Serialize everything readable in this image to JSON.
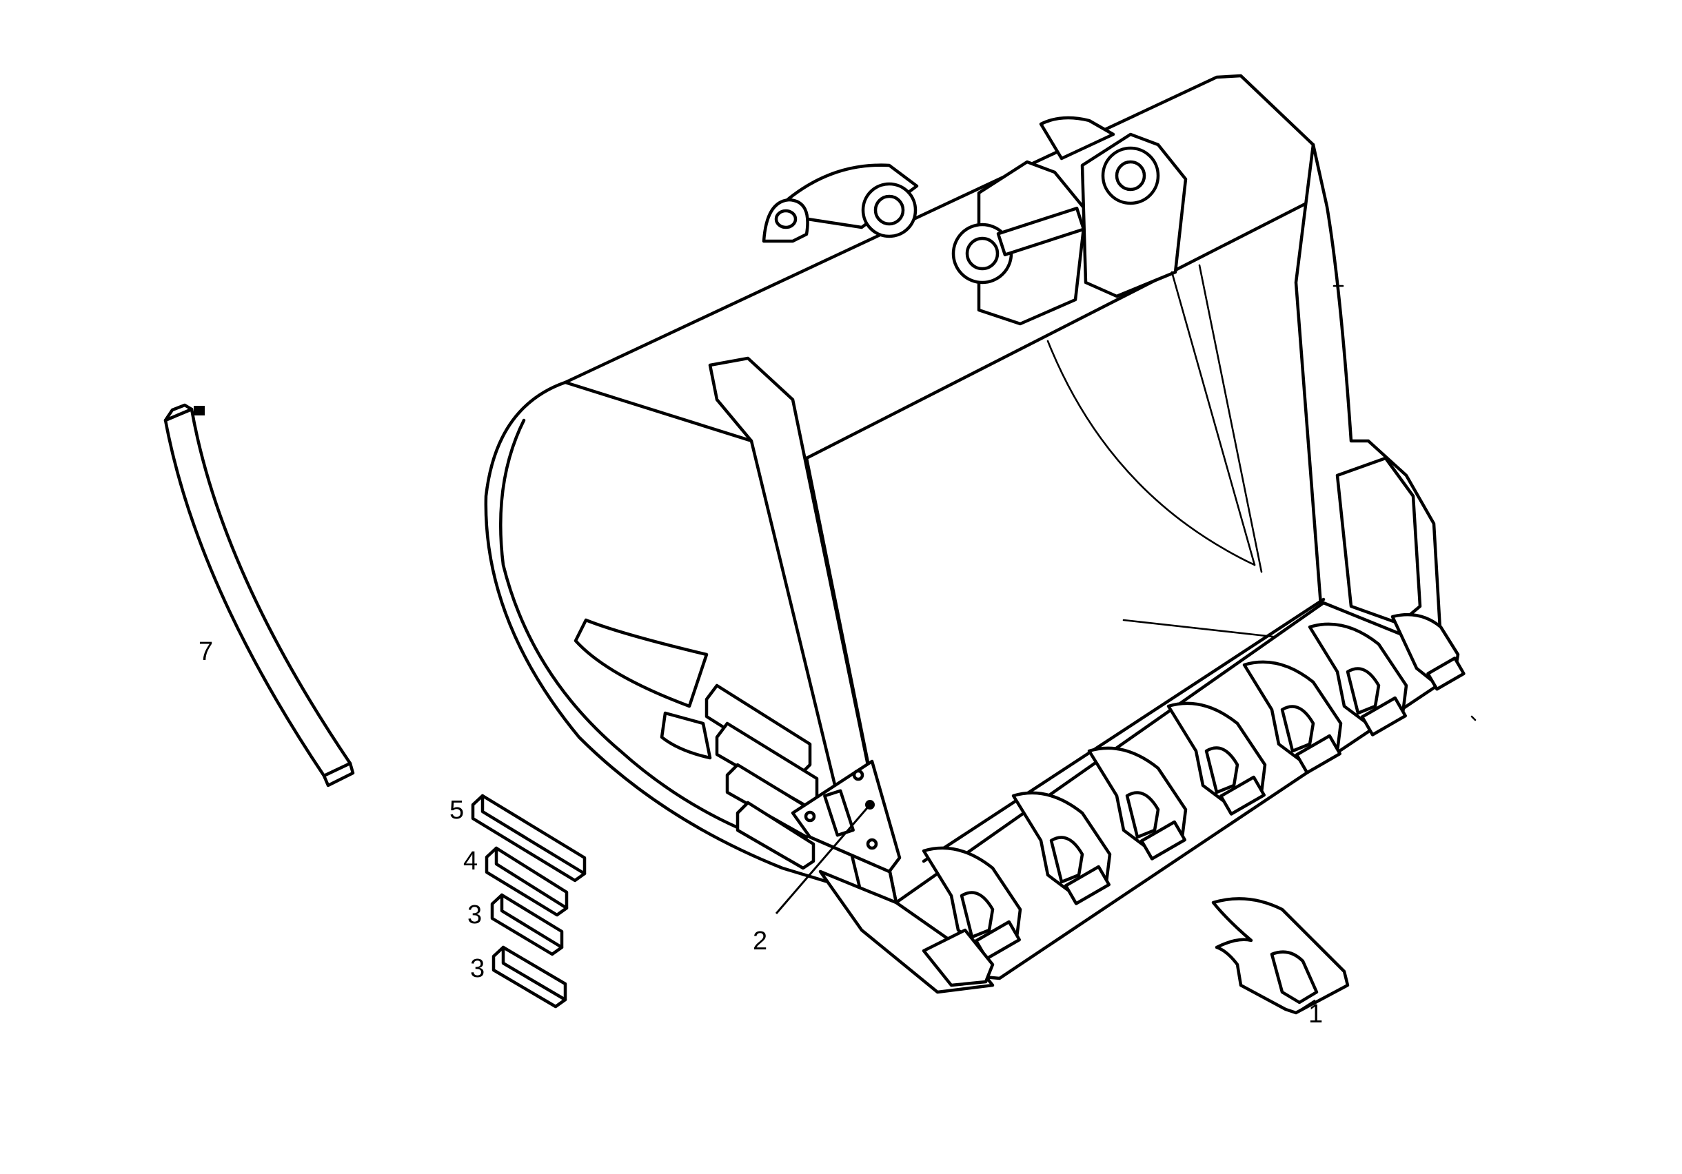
{
  "diagram": {
    "type": "exploded-parts-drawing",
    "subject": "excavator-bucket",
    "colors": {
      "line": "#000000",
      "background": "#ffffff"
    }
  },
  "callouts": [
    {
      "id": "1",
      "label": "1"
    },
    {
      "id": "2",
      "label": "2"
    },
    {
      "id": "3a",
      "label": "3"
    },
    {
      "id": "3b",
      "label": "3"
    },
    {
      "id": "4",
      "label": "4"
    },
    {
      "id": "5",
      "label": "5"
    },
    {
      "id": "7",
      "label": "7"
    }
  ]
}
